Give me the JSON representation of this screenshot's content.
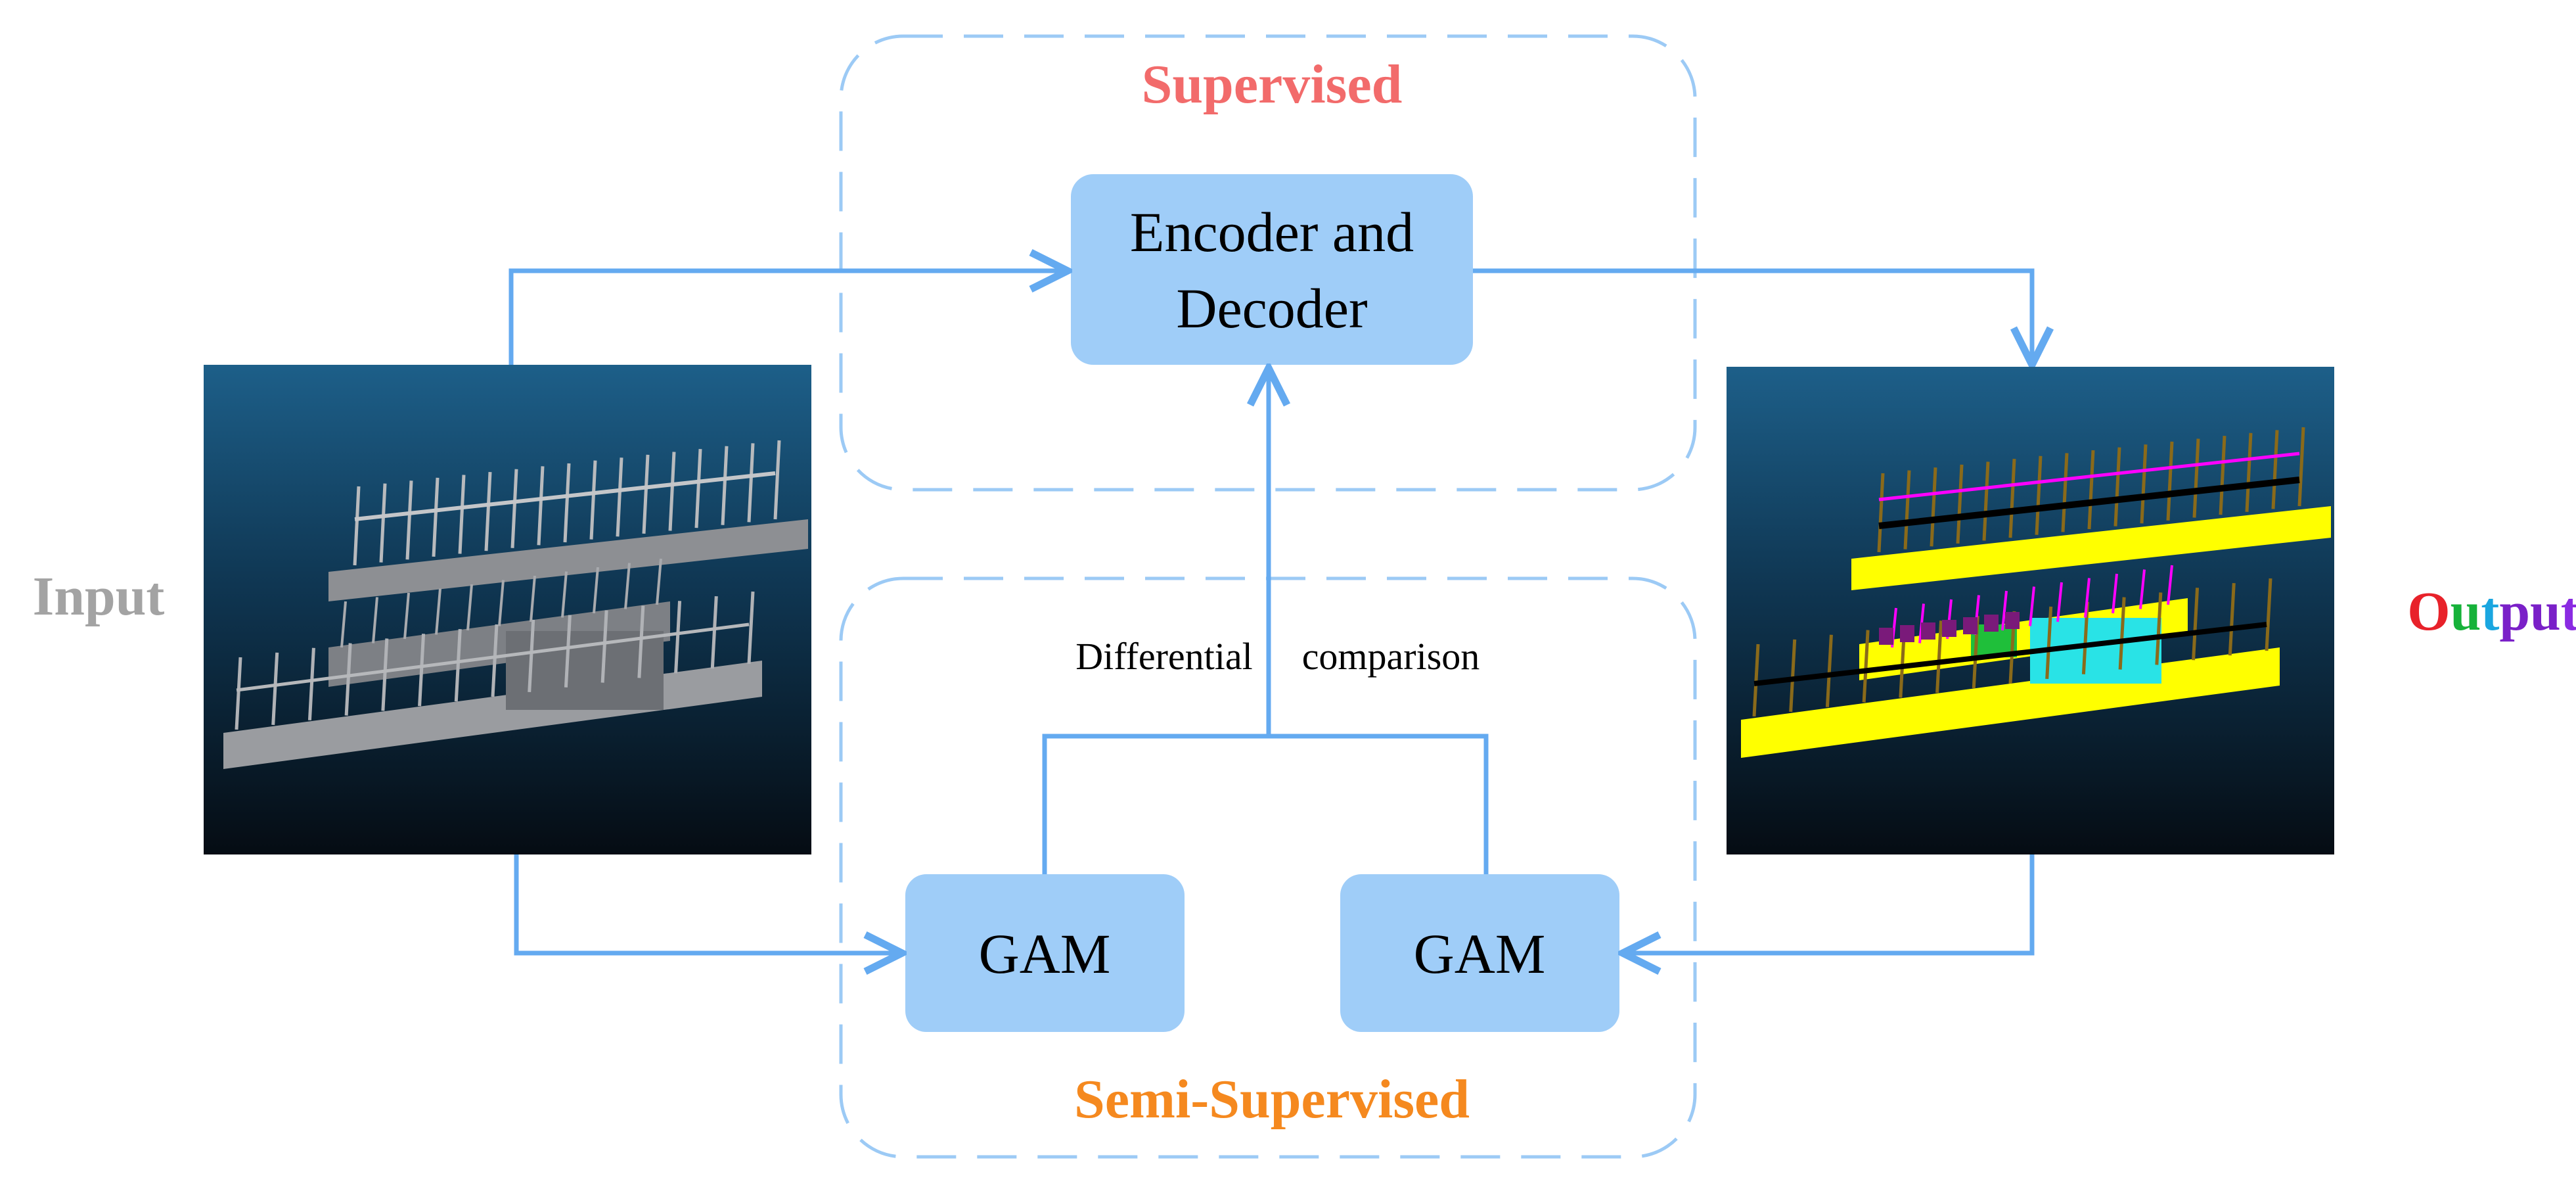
{
  "title_supervised": "Supervised",
  "title_semi": "Semi-Supervised",
  "encoder_label_line1": "Encoder and",
  "encoder_label_line2": "Decoder",
  "gam_left_label": "GAM",
  "gam_right_label": "GAM",
  "diff_word1": "Differential",
  "diff_word2": "comparison",
  "input_label": "Input",
  "output_letters": [
    "O",
    "u",
    "t",
    "p",
    "u",
    "t"
  ],
  "colors": {
    "arrow": "#64aaf0",
    "box_fill": "#9fcdf8",
    "dashed": "#9ccaf5",
    "supervised_title": "#f26b6b",
    "semi_title": "#f5891f",
    "input_label": "#a3a3a3",
    "output_letters": [
      "#e8222a",
      "#16b23a",
      "#1aa6e0",
      "#7a20c8",
      "#7a20c8",
      "#8a2be2"
    ],
    "panel_top": "#1d5c86",
    "panel_bottom": "#050d14"
  }
}
